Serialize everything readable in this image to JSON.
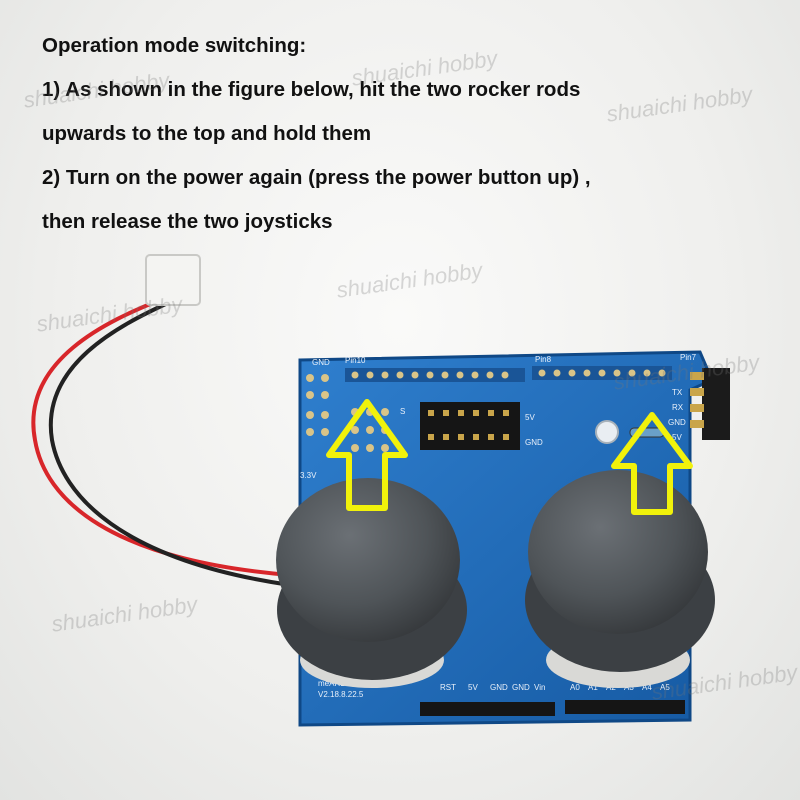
{
  "instructions": {
    "heading": "Operation mode switching:",
    "step1_line1": "1) As shown in the figure below, hit the two rocker rods",
    "step1_line2": "upwards to the top and hold them",
    "step2_line1": "2) Turn on the power again (press the power button up) ,",
    "step2_line2": "then release the two joysticks"
  },
  "watermark": "shuaichi hobby",
  "board": {
    "header_left": "Pin10",
    "header_mid": "Pin8",
    "header_right": "Pin7",
    "gnd_top": "GND",
    "right_pins": [
      "TX",
      "RX",
      "GND",
      "5V"
    ],
    "side_labels": [
      "S",
      "5V",
      "GND"
    ],
    "version_line1": "meARLUD1",
    "version_line2": "V2.18.8.22.5",
    "bottom_pins": [
      "RST",
      "5V",
      "GND",
      "GND",
      "Vin"
    ],
    "bottom_pins_right": [
      "A0",
      "A1",
      "A2",
      "A3",
      "A4",
      "A5"
    ],
    "voltage_label": "3.3V"
  },
  "colors": {
    "board": "#1d67b8",
    "arrow": "#f1f20b",
    "joystick": "#505458",
    "wire_red": "#d8262a",
    "wire_black": "#222222"
  }
}
